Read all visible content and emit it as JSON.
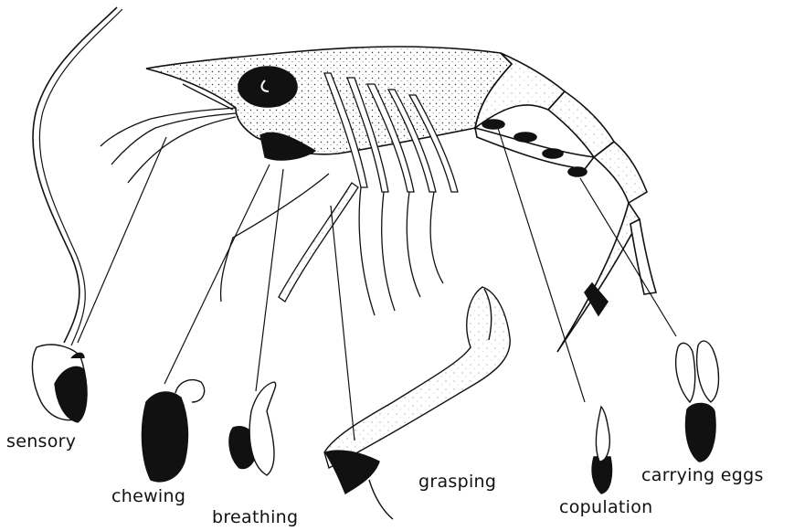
{
  "labels": {
    "sensory": "sensory",
    "chewing": "chewing",
    "breathing": "breathing",
    "grasping": "grasping",
    "copulation": "copulation",
    "carrying_eggs": "carrying eggs"
  },
  "colors": {
    "ink": "#111111",
    "paper": "#ffffff"
  }
}
